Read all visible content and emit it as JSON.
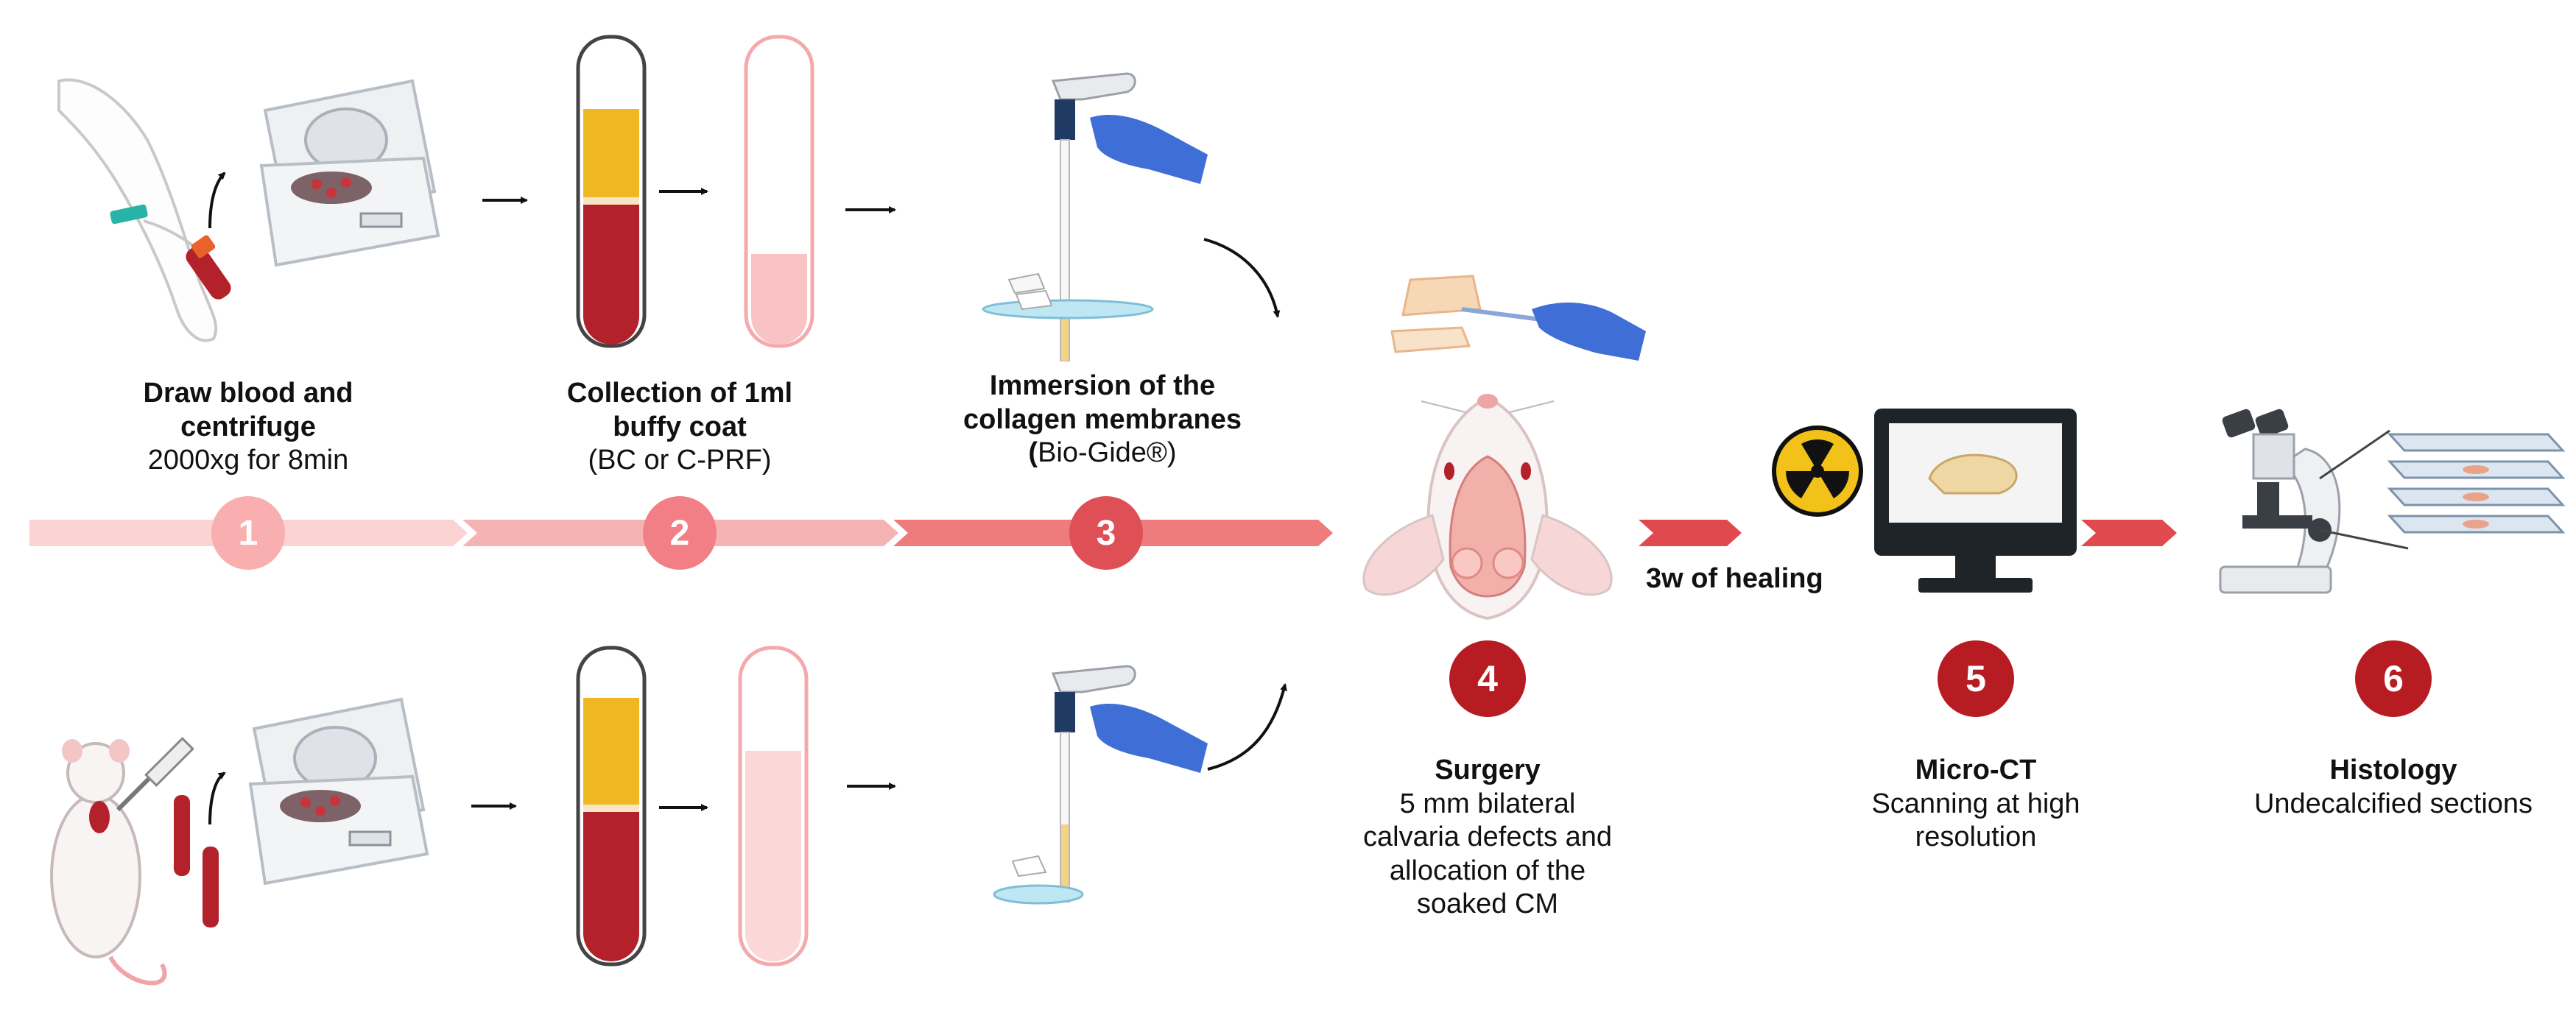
{
  "colors": {
    "arrow_band_light": "#fbd3d3",
    "arrow_band_mid": "#f4a4a4",
    "arrow_band_dark": "#ee7272",
    "step_circle_1": "#f9aeb0",
    "step_circle_2": "#f27f85",
    "step_circle_3": "#de4f56",
    "step_circle_dark": "#b71c22",
    "blood_red": "#b3212b",
    "buffy_yellow": "#efb823",
    "glove_blue": "#3f6fd6",
    "tissue_pink": "#f1b0aa"
  },
  "steps": [
    {
      "number": "1",
      "title": [
        "Draw blood and",
        "centrifuge"
      ],
      "detail": [
        "2000xg for 8min"
      ]
    },
    {
      "number": "2",
      "title": [
        "Collection of 1ml",
        "buffy coat"
      ],
      "detail": [
        "(BC or C-PRF)"
      ]
    },
    {
      "number": "3",
      "title": [
        "Immersion of the",
        "collagen membranes"
      ],
      "detail_bold_prefix": "(",
      "detail": [
        "Bio-Gide®)"
      ]
    },
    {
      "number": "4",
      "title": [
        "Surgery"
      ],
      "detail": [
        "5 mm bilateral",
        "calvaria defects and",
        "allocation of the",
        "soaked CM"
      ]
    },
    {
      "number": "5",
      "title": [
        "Micro-CT"
      ],
      "detail": [
        "Scanning at high",
        "resolution"
      ]
    },
    {
      "number": "6",
      "title": [
        "Histology"
      ],
      "detail": [
        "Undecalcified sections"
      ]
    }
  ],
  "healing_label": "3w of healing",
  "icons": {
    "arm": "arm-blood-draw-icon",
    "rat": "rat-blood-draw-icon",
    "centrifuge": "centrifuge-icon",
    "tube_full": "blood-tube-separated-icon",
    "tube_collected": "collected-buffy-coat-tube-icon",
    "pipette": "pipette-with-glove-icon",
    "membrane": "membrane-with-forceps-icon",
    "rat_head": "rat-head-calvaria-icon",
    "radiation": "radiation-icon",
    "monitor": "monitor-skull-icon",
    "microscope": "microscope-icon",
    "slides": "histology-slides-icon"
  }
}
